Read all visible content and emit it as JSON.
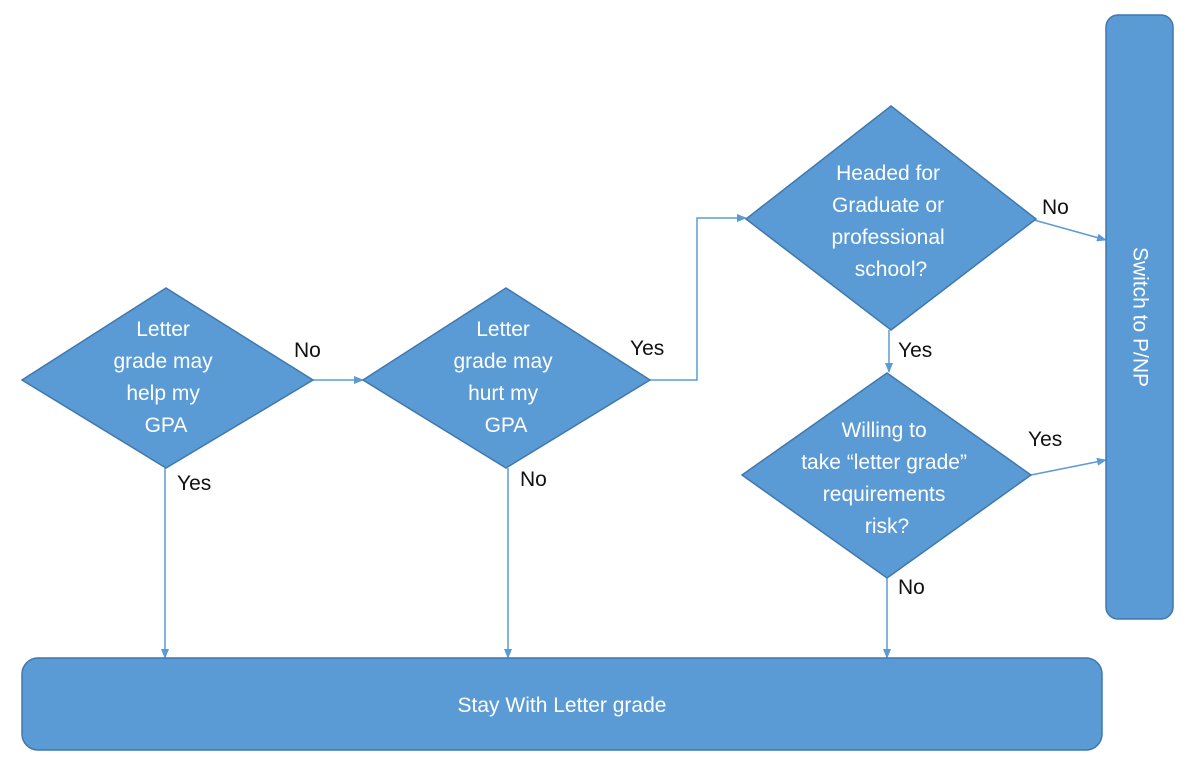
{
  "nodes": {
    "help_gpa": {
      "lines": [
        "Letter",
        "grade may",
        "help my",
        "GPA"
      ]
    },
    "hurt_gpa": {
      "lines": [
        "Letter",
        "grade may",
        "hurt my",
        "GPA"
      ]
    },
    "grad_school": {
      "lines": [
        "Headed for",
        "Graduate or",
        "professional",
        "school?"
      ]
    },
    "risk": {
      "lines": [
        "Willing to",
        "take “letter grade”",
        "requirements",
        "risk?"
      ]
    },
    "stay": {
      "label": "Stay With Letter grade"
    },
    "switch": {
      "label": "Switch to P/NP"
    }
  },
  "edges": {
    "help_no": "No",
    "help_yes": "Yes",
    "hurt_yes": "Yes",
    "hurt_no": "No",
    "grad_no": "No",
    "grad_yes": "Yes",
    "risk_yes": "Yes",
    "risk_no": "No"
  },
  "colors": {
    "shape_fill": "#5b9bd5",
    "shape_stroke": "#3f78ae",
    "text": "#ffffff",
    "label": "#111111"
  }
}
